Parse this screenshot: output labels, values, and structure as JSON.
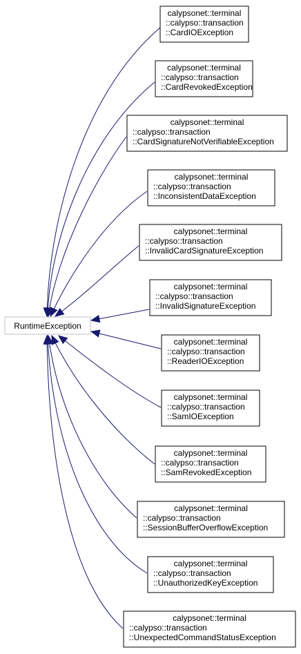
{
  "root": {
    "label": "RuntimeException"
  },
  "nodes": [
    {
      "key": "card-io-exception",
      "lines": [
        "calypsonet::terminal",
        "::calypso::transaction",
        "::CardIOException"
      ]
    },
    {
      "key": "card-revoked-exception",
      "lines": [
        "calypsonet::terminal",
        "::calypso::transaction",
        "::CardRevokedException"
      ]
    },
    {
      "key": "card-signature-not-verifiable-exception",
      "lines": [
        "calypsonet::terminal",
        "::calypso::transaction",
        "::CardSignatureNotVerifiableException"
      ]
    },
    {
      "key": "inconsistent-data-exception",
      "lines": [
        "calypsonet::terminal",
        "::calypso::transaction",
        "::InconsistentDataException"
      ]
    },
    {
      "key": "invalid-card-signature-exception",
      "lines": [
        "calypsonet::terminal",
        "::calypso::transaction",
        "::InvalidCardSignatureException"
      ]
    },
    {
      "key": "invalid-signature-exception",
      "lines": [
        "calypsonet::terminal",
        "::calypso::transaction",
        "::InvalidSignatureException"
      ]
    },
    {
      "key": "reader-io-exception",
      "lines": [
        "calypsonet::terminal",
        "::calypso::transaction",
        "::ReaderIOException"
      ]
    },
    {
      "key": "sam-io-exception",
      "lines": [
        "calypsonet::terminal",
        "::calypso::transaction",
        "::SamIOException"
      ]
    },
    {
      "key": "sam-revoked-exception",
      "lines": [
        "calypsonet::terminal",
        "::calypso::transaction",
        "::SamRevokedException"
      ]
    },
    {
      "key": "session-buffer-overflow-exception",
      "lines": [
        "calypsonet::terminal",
        "::calypso::transaction",
        "::SessionBufferOverflowException"
      ]
    },
    {
      "key": "unauthorized-key-exception",
      "lines": [
        "calypsonet::terminal",
        "::calypso::transaction",
        "::UnauthorizedKeyException"
      ]
    },
    {
      "key": "unexpected-command-status-exception",
      "lines": [
        "calypsonet::terminal",
        "::calypso::transaction",
        "::UnexpectedCommandStatusException"
      ]
    }
  ],
  "colors": {
    "edge": "#191970",
    "node_border": "#000000",
    "root_border": "#bfbfbf",
    "background": "#ffffff"
  }
}
